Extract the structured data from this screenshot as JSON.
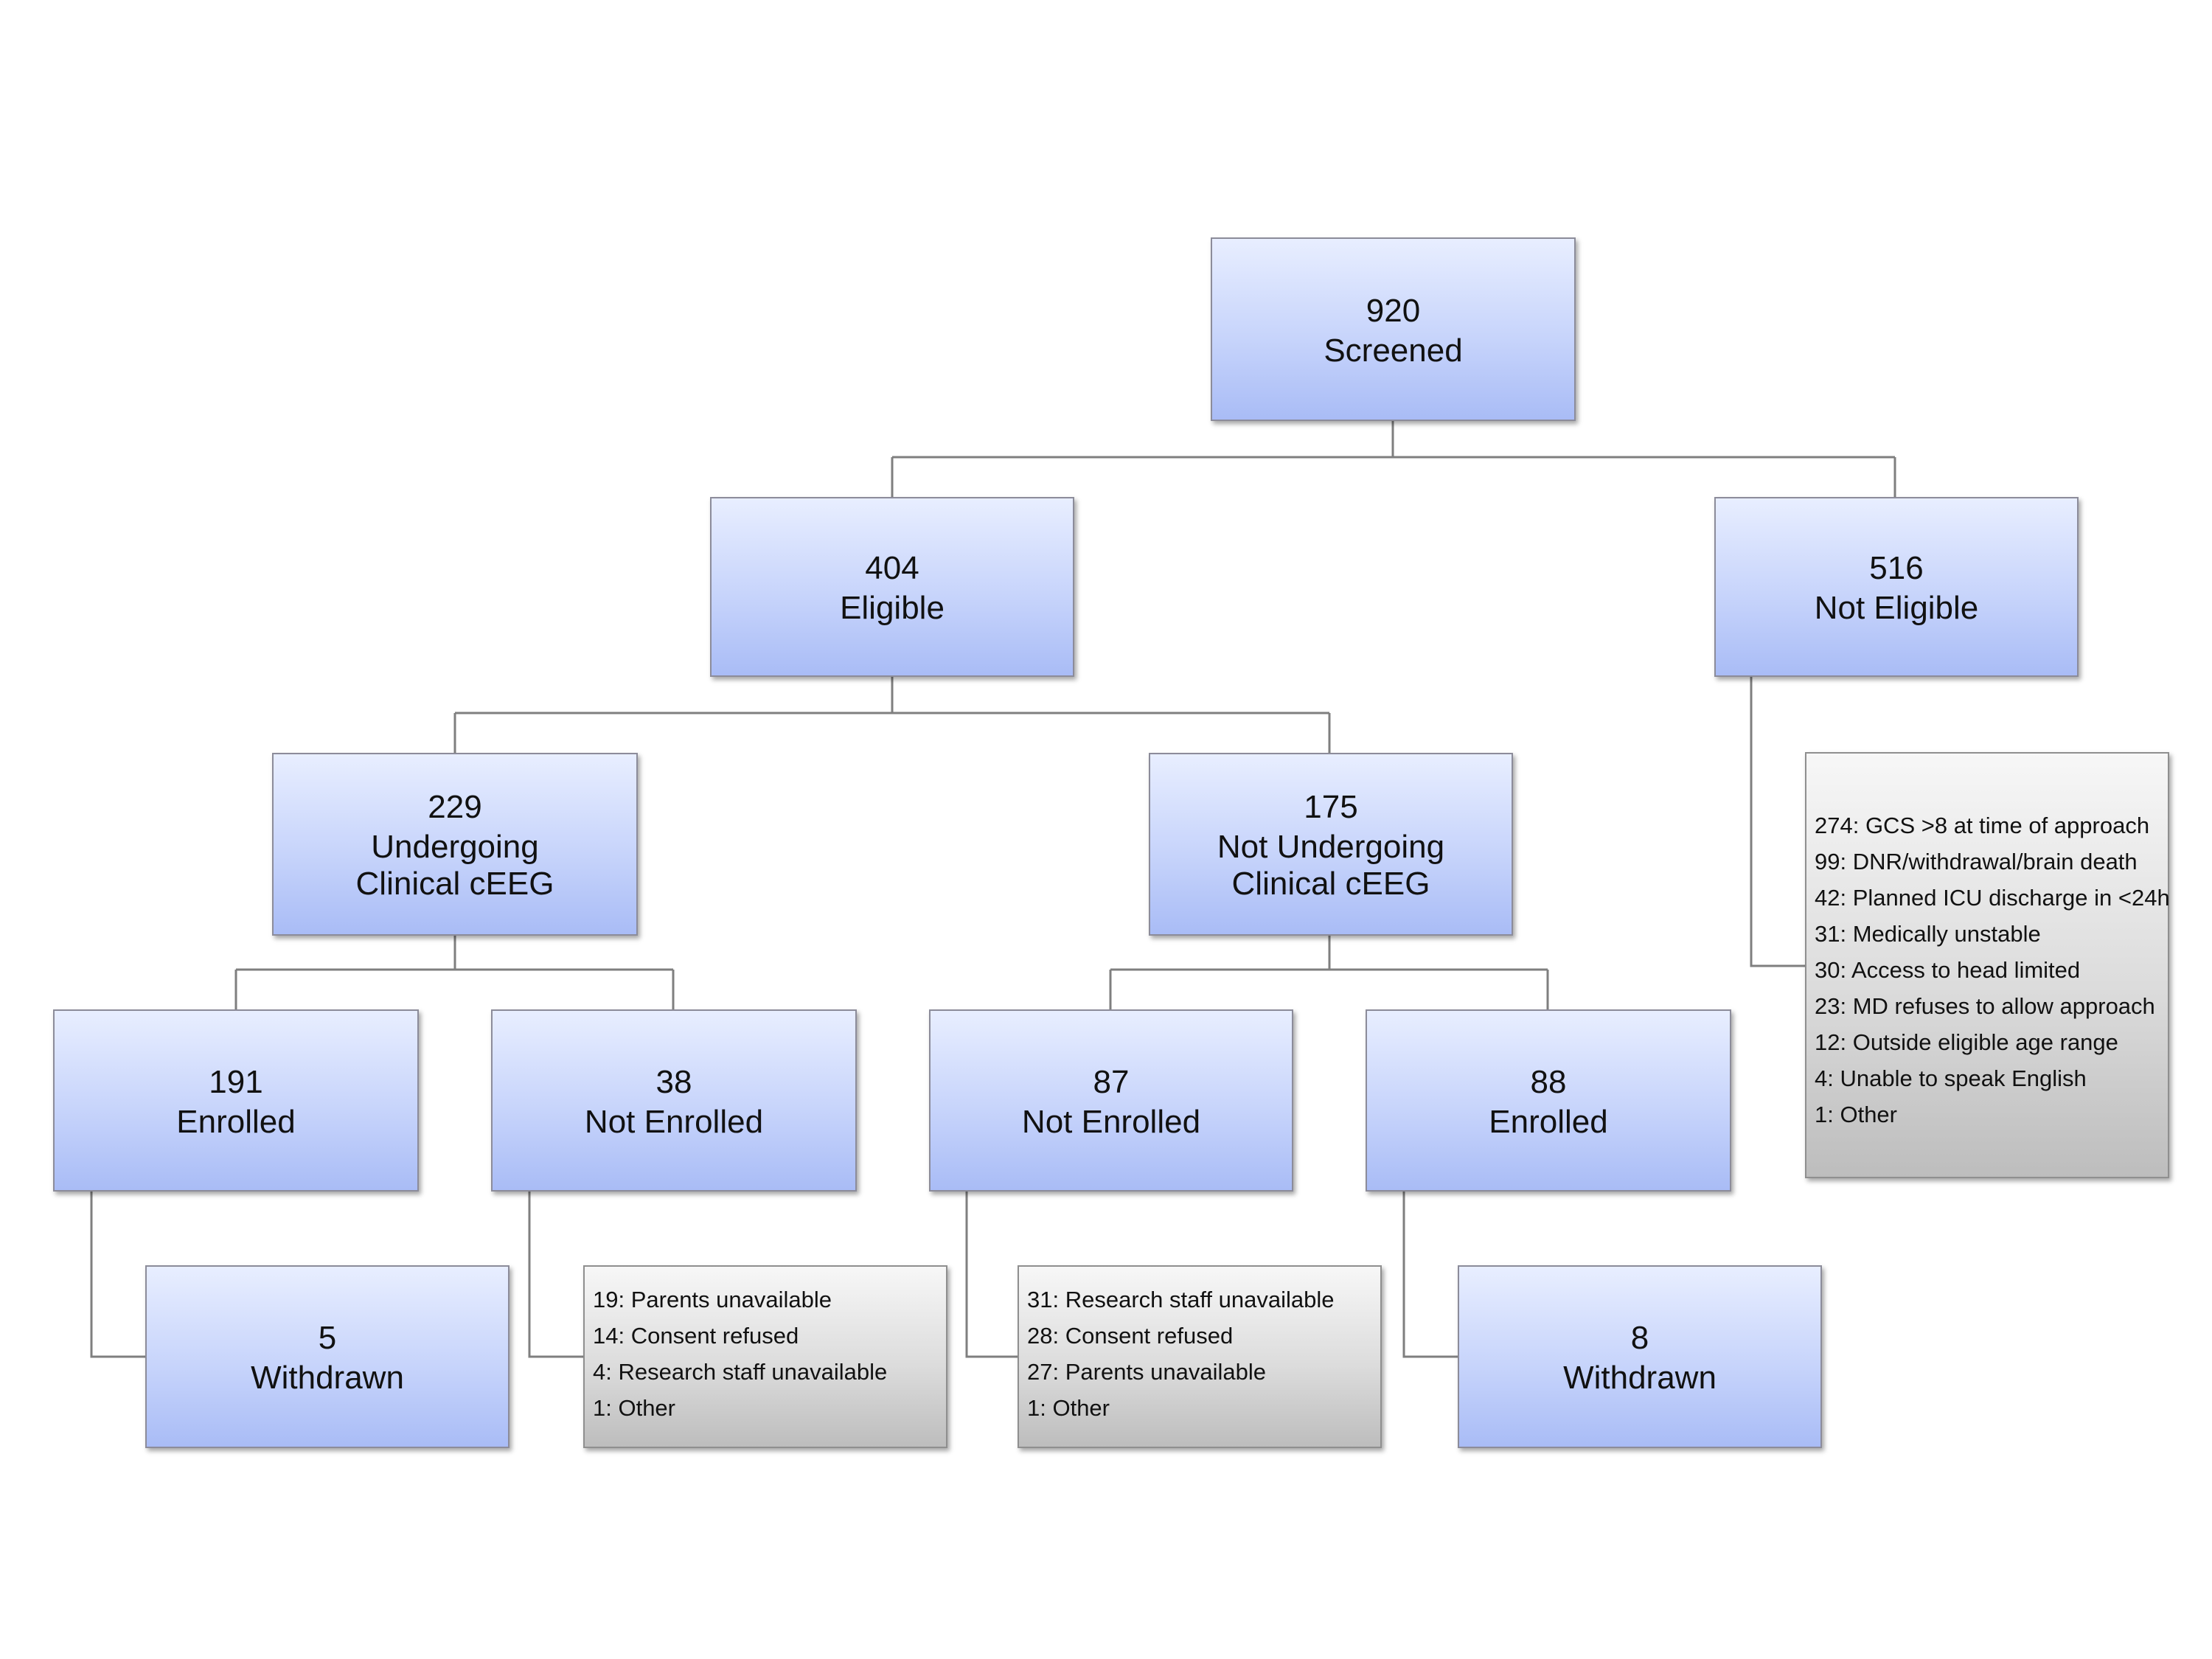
{
  "nodes": {
    "screened": {
      "count": "920",
      "label": "Screened"
    },
    "eligible": {
      "count": "404",
      "label": "Eligible"
    },
    "not_eligible": {
      "count": "516",
      "label": "Not Eligible"
    },
    "undergoing": {
      "count": "229",
      "label_line1": "Undergoing",
      "label_line2": "Clinical cEEG"
    },
    "not_undergoing": {
      "count": "175",
      "label_line1": "Not Undergoing",
      "label_line2": "Clinical cEEG"
    },
    "enrolled_left": {
      "count": "191",
      "label": "Enrolled"
    },
    "not_enrolled_left": {
      "count": "38",
      "label": "Not Enrolled"
    },
    "not_enrolled_right": {
      "count": "87",
      "label": "Not Enrolled"
    },
    "enrolled_right": {
      "count": "88",
      "label": "Enrolled"
    },
    "withdrawn_left": {
      "count": "5",
      "label": "Withdrawn"
    },
    "withdrawn_right": {
      "count": "8",
      "label": "Withdrawn"
    }
  },
  "notes": {
    "not_eligible_reasons": [
      "274: GCS >8 at time of approach",
      "99: DNR/withdrawal/brain death",
      "42: Planned ICU discharge in <24h",
      "31: Medically unstable",
      "30: Access to head limited",
      "23: MD refuses to allow approach",
      "12: Outside eligible age range",
      "4: Unable to speak English",
      "1: Other"
    ],
    "not_enrolled_left_reasons": [
      "19: Parents unavailable",
      "14: Consent refused",
      "4: Research staff unavailable",
      "1: Other"
    ],
    "not_enrolled_right_reasons": [
      "31: Research staff unavailable",
      "28: Consent refused",
      "27: Parents unavailable",
      "1: Other"
    ]
  }
}
